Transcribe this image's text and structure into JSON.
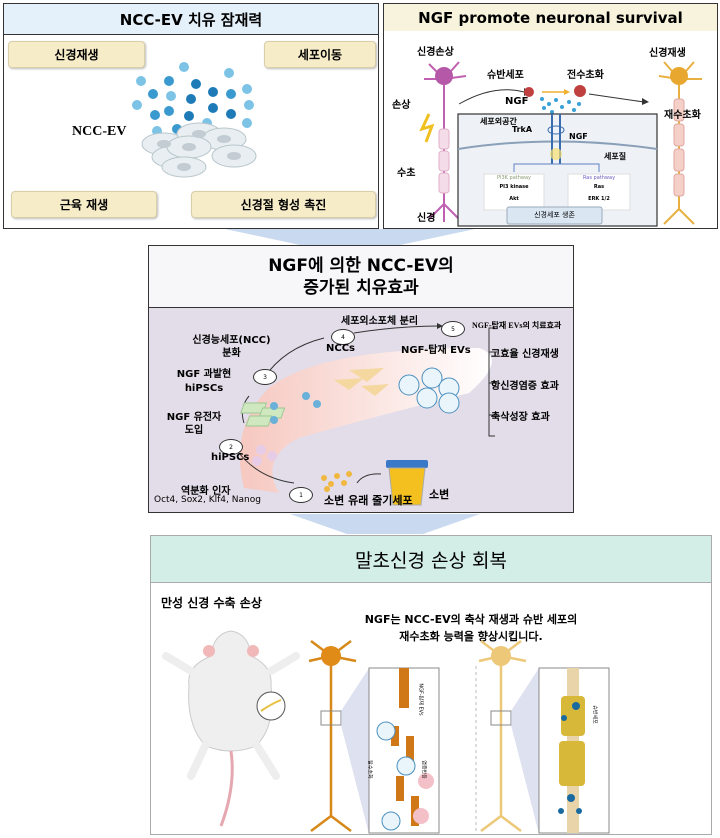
{
  "panel1": {
    "title": "NCC-EV 치유 잠재력",
    "center_label": "NCC-EV",
    "boxes": [
      "신경재생",
      "세포이동",
      "근육 재생",
      "신경절 형성 촉진"
    ]
  },
  "panel2": {
    "title": "NGF promote neuronal survival",
    "labels": {
      "injury_neuron": "신경손상",
      "injury": "손상",
      "myelin": "수초",
      "nerve": "신경",
      "schwann": "슈반세포",
      "dedifferentiation": "전수초화",
      "ngf_top": "NGF",
      "regeneration": "신경재생",
      "remyelination": "재수초화",
      "extracellular": "세포외공간",
      "trka": "TrkA",
      "ngf_receptor": "NGF",
      "cytoplasm": "세포질",
      "pi3k_pathway": "PI3K pathway",
      "pi3k_kinase": "PI3 kinase",
      "akt": "Akt",
      "ras_pathway": "Ras pathway",
      "ras": "Ras",
      "erk": "ERK 1/2",
      "survival": "신경세포 생존"
    }
  },
  "panel3": {
    "title_line1": "NGF에 의한 NCC-EV의",
    "title_line2": "증가된 치유효과",
    "steps": [
      {
        "num": "1",
        "label": "소변 유래 줄기세포"
      },
      {
        "num": "2",
        "label": "hiPSCs"
      },
      {
        "num": "3",
        "label": ""
      },
      {
        "num": "4",
        "label": "NCCs"
      },
      {
        "num": "5",
        "label": "NGF-탑재 EVs"
      }
    ],
    "urine": "소변",
    "reprogramming": "역분화 인자",
    "factors": "Oct4, Sox2, Klf4, Nanog",
    "gene_intro": [
      "NGF 유전자",
      "도입"
    ],
    "overexpression": [
      "NGF 과발현",
      "hiPSCs"
    ],
    "differentiation": [
      "신경능세포(NCC)",
      "분화"
    ],
    "isolation": "세포외소포체 분리",
    "effects_title": "NGF-탑재 EVs의 치료효과",
    "effects": [
      "고효율 신경재생",
      "항신경염증 효과",
      "축삭성장 효과"
    ]
  },
  "panel4": {
    "title": "말초신경 손상 회복",
    "model": "만성 신경 수축 손상",
    "summary_line1": "NGF는 NCC-EV의 축삭 재생과 슈반 세포의",
    "summary_line2": "재수초화 능력을 향상시킵니다.",
    "inset_labels": [
      "NGF-탑재 EVs",
      "탈수초화",
      "염증반응",
      "슈반세포"
    ]
  },
  "colors": {
    "panel1_header": "#e4f1fb",
    "panel2_header": "#f8f3dc",
    "panel3_body": "#e2dde9",
    "panel4_header": "#d3ede7",
    "pill": "#f6ecc8",
    "arrow": "#c9d9ef"
  }
}
